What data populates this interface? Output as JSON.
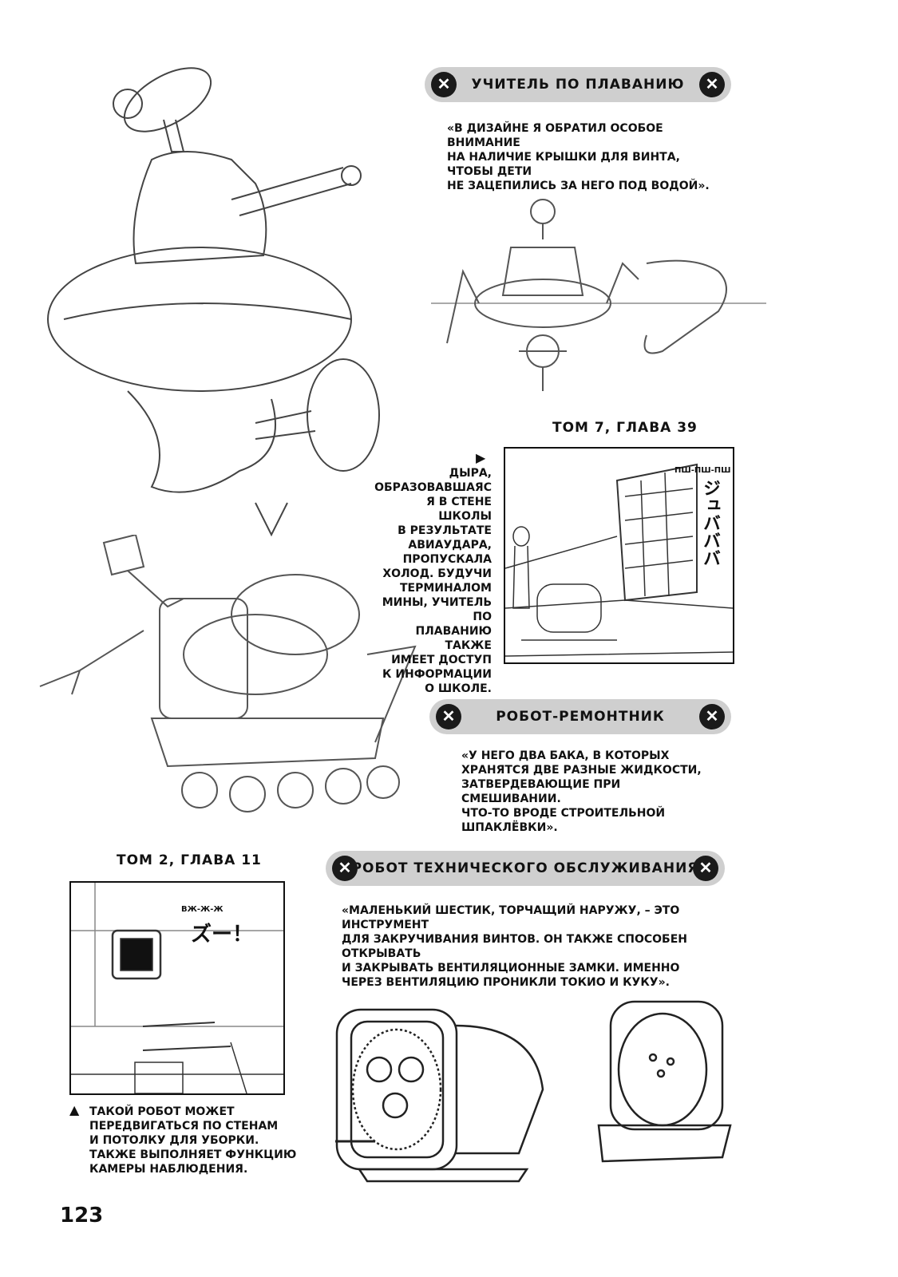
{
  "sections": {
    "swim": {
      "title": "УЧИТЕЛЬ ПО ПЛАВАНИЮ",
      "quote": "«В дизайне я обратил особое внимание\nна наличие крышки для винта, чтобы дети\nне зацепились за него под водой»."
    },
    "repair": {
      "title": "РОБОТ-РЕМОНТНИК",
      "quote": "«У него два бака, в которых\nхранятся две разные жидкости,\nзатвердевающие при смешивании.\nЧто-то вроде строительной\nшпаклёвки»."
    },
    "maint": {
      "title": "РОБОТ ТЕХНИЧЕСКОГО ОБСЛУЖИВАНИЯ",
      "quote": "«Маленький шестик, торчащий наружу, – это инструмент\nдля закручивания винтов. Он также способен открывать\nи закрывать вентиляционные замки. Именно\nчерез вентиляцию проникли Токио и Куку»."
    }
  },
  "panels": {
    "vol7": {
      "label": "ТОМ 7, ГЛАВА 39",
      "caption": "Дыра,\nобразовавшаяс\nя в стене школы\nв результате\nавиаудара,\nпропускала\nхолод. Будучи\nтерминалом\nМины, учитель по\nплаванию также\nимеет доступ\nк информации\nо школе.",
      "sfx_small": "ПШ-ПШ-ПШ",
      "sfx_big": "ジュバババ"
    },
    "vol2": {
      "label": "ТОМ 2, ГЛАВА 11",
      "caption": "Такой робот может\nпередвигаться по стенам\nи потолку для уборки.\nТакже выполняет функцию\nкамеры наблюдения.",
      "sfx_small": "ВЖ-Ж-Ж",
      "sfx_big": "ズー！"
    }
  },
  "arrows": {
    "right": "▶",
    "up": "▲"
  },
  "icons": {
    "close": "✕"
  },
  "page_number": "123"
}
